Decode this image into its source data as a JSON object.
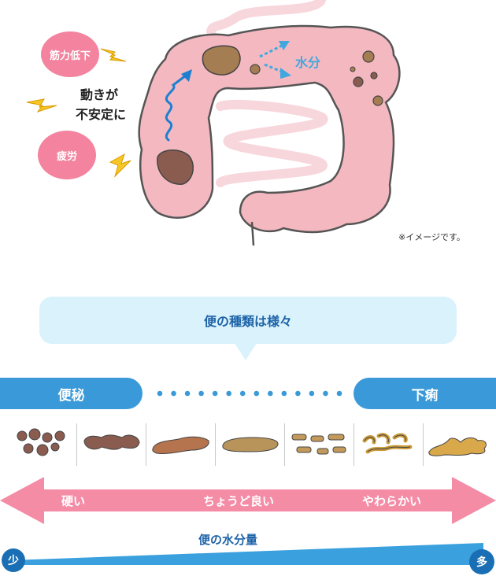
{
  "illustration": {
    "bubbles": [
      "筋力低下",
      "疲労"
    ],
    "motion_text_line1": "動きが",
    "motion_text_line2": "不安定に",
    "water_label": "水分",
    "note": "※イメージです。"
  },
  "types_section": {
    "banner": "便の種類は様々",
    "left_label": "便秘",
    "right_label": "下痢",
    "dot_count": 14,
    "stool_count": 7
  },
  "hardness_arrow": {
    "labels": [
      "硬い",
      "ちょうど良い",
      "やわらかい"
    ],
    "color": "#f48ca6"
  },
  "water_scale": {
    "title": "便の水分量",
    "low": "少",
    "high": "多",
    "color": "#3aa0de"
  },
  "colors": {
    "intestine": "#f4b8c1",
    "intestine_outline": "#555555",
    "bubble": "#f3839f",
    "lightning": "#f6c625",
    "pill": "#3a9ad9",
    "stool_brown": "#8a5c50",
    "stool_tan": "#b8935a"
  }
}
